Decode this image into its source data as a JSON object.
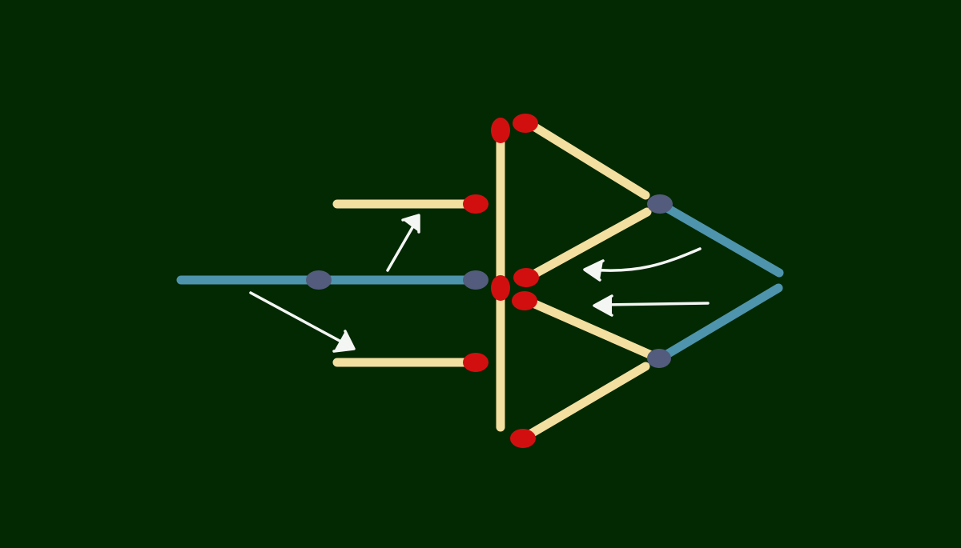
{
  "puzzle": {
    "background_color": "#032903",
    "stick_color": "#f3dfa0",
    "moved_stick_color": "#4f94ad",
    "match_head_color": "#d20f0f",
    "moved_head_color": "#535c7c",
    "arrow_color": "#f4f6f4",
    "move_arrows": 4,
    "matches": [
      {
        "id": "left-long-shaft-a",
        "highlighted": true
      },
      {
        "id": "left-long-shaft-b",
        "highlighted": true
      },
      {
        "id": "upper-tail-stick",
        "highlighted": false
      },
      {
        "id": "lower-tail-stick",
        "highlighted": false
      },
      {
        "id": "vertical-upper",
        "highlighted": false
      },
      {
        "id": "vertical-lower",
        "highlighted": false
      },
      {
        "id": "top-outer-diagonal",
        "highlighted": false
      },
      {
        "id": "upper-inner-diagonal",
        "highlighted": false
      },
      {
        "id": "lower-inner-diagonal",
        "highlighted": false
      },
      {
        "id": "bottom-outer-diagonal",
        "highlighted": false
      },
      {
        "id": "tip-upper-diagonal",
        "highlighted": true
      },
      {
        "id": "tip-lower-diagonal",
        "highlighted": true
      }
    ]
  }
}
